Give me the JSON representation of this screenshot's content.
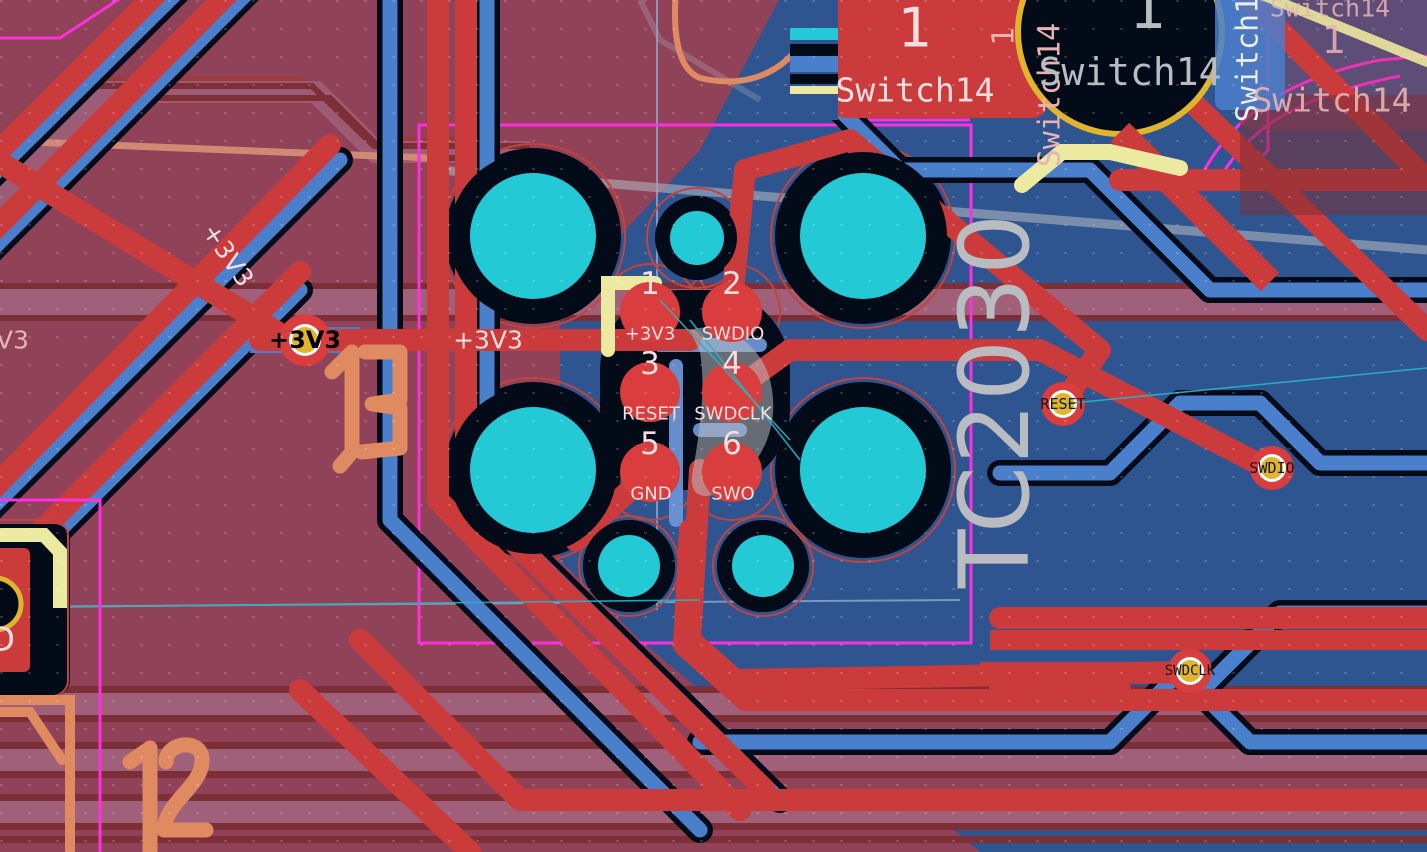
{
  "app": {
    "name": "pcb-editor-canvas",
    "view": "PCB layout canvas, zoomed to TC2030 programming header"
  },
  "colors": {
    "zone_front_copper": "#8f4258",
    "zone_back_copper": "#2f5590",
    "trace_front": "#cc3b3b",
    "trace_back": "#4a7fcc",
    "pad_front": "#d93d3d",
    "pad_through_hole": "#e0b52c",
    "npth_pad": "#24c9d6",
    "soldermask_opening": "#030a18",
    "silkscreen_front": "#e89a7c",
    "silkscreen_back": "#b9bcc1",
    "courtyard": "#ff2fe0",
    "fab_layer": "#a03a3a",
    "user_layer_yellow": "#ece9a0",
    "ratsnest": "#2ab3c4",
    "selection_outline": "#f0e8a0",
    "background": "#8f4258"
  },
  "footprints": {
    "tc2030": {
      "silk_text": "TC2030",
      "pads": [
        {
          "number": "1",
          "net": "+3V3"
        },
        {
          "number": "2",
          "net": "SWDIO"
        },
        {
          "number": "3",
          "net": "RESET"
        },
        {
          "number": "4",
          "net": "SWDCLK"
        },
        {
          "number": "5",
          "net": "GND"
        },
        {
          "number": "6",
          "net": "SWO"
        }
      ],
      "alignment_holes": 6,
      "pin1_marker": "yellow-l-bracket"
    },
    "switches": [
      {
        "ref": "Switch14",
        "variant": "pad-label-front"
      },
      {
        "ref": "Switch14",
        "variant": "value-label-front"
      },
      {
        "ref": "Switch14",
        "variant": "rotated-vertical"
      },
      {
        "ref": "Switch14",
        "variant": "fab-layer-faint"
      },
      {
        "ref": "Switch14",
        "variant": "back-layer-faint"
      }
    ],
    "switch_pad_numbers": [
      "1",
      "1",
      "1",
      "1"
    ]
  },
  "silkscreen_refs": [
    {
      "text": "J3"
    },
    {
      "text": "J2"
    },
    {
      "text": "D"
    }
  ],
  "via_labels": [
    {
      "text": "+3V3"
    },
    {
      "text": "RESET"
    },
    {
      "text": "SWDIO"
    },
    {
      "text": "SWDCLK"
    }
  ],
  "trace_labels": [
    {
      "text": "+3V3"
    },
    {
      "text": "+3V3"
    },
    {
      "text": "+3V3"
    },
    {
      "text": "3"
    }
  ],
  "nets": [
    "+3V3",
    "GND",
    "SWDIO",
    "SWDCLK",
    "RESET",
    "SWO"
  ]
}
